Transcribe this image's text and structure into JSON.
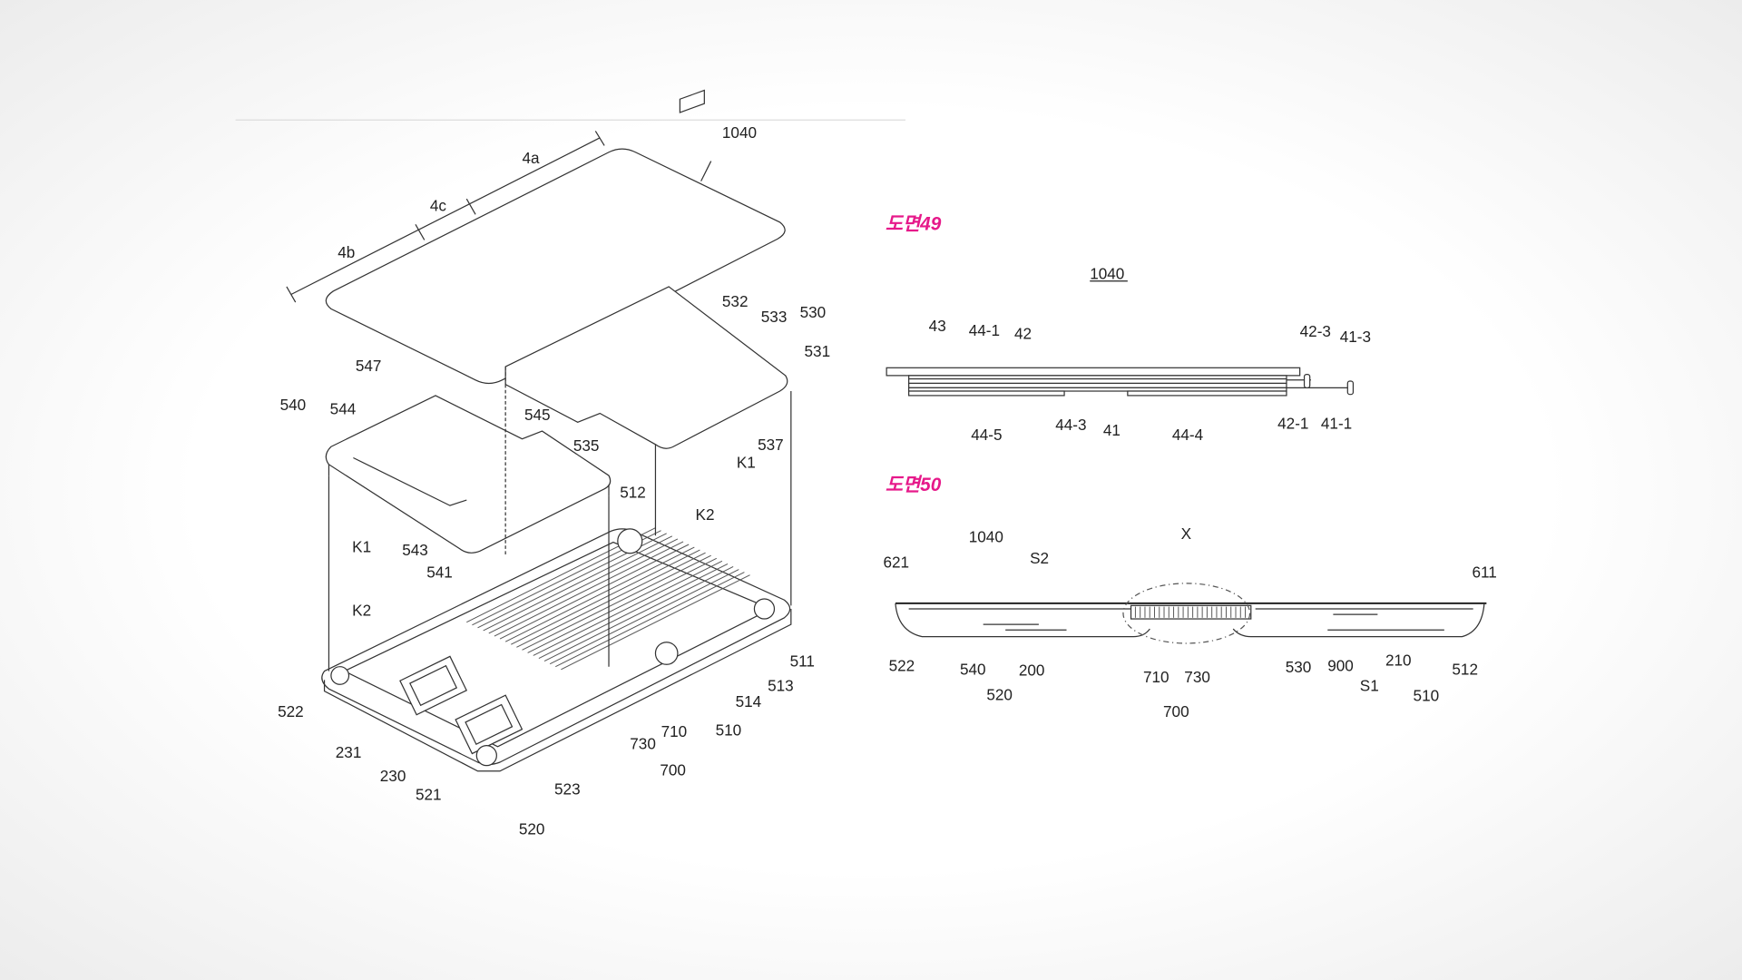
{
  "figures": [
    {
      "labels": [
        "1040",
        "4a",
        "4c",
        "4b",
        "532",
        "533",
        "530",
        "531",
        "547",
        "540",
        "544",
        "545",
        "535",
        "537",
        "K1",
        "512",
        "K2",
        "K1",
        "543",
        "541",
        "K2",
        "511",
        "513",
        "514",
        "522",
        "510",
        "710",
        "730",
        "231",
        "700",
        "230",
        "523",
        "521",
        "520"
      ]
    },
    {
      "title": "도면49",
      "reference": "1040",
      "labels": [
        "43",
        "44-1",
        "42",
        "42-3",
        "41-3",
        "44-5",
        "44-3",
        "41",
        "44-4",
        "42-1",
        "41-1"
      ]
    },
    {
      "title": "도면50",
      "labels": [
        "1040",
        "X",
        "S2",
        "621",
        "611",
        "522",
        "540",
        "200",
        "520",
        "710",
        "730",
        "700",
        "530",
        "900",
        "210",
        "S1",
        "512",
        "510"
      ]
    }
  ],
  "colors": {
    "title": "#e6198a",
    "line": "#333333",
    "background": "#ffffff"
  }
}
